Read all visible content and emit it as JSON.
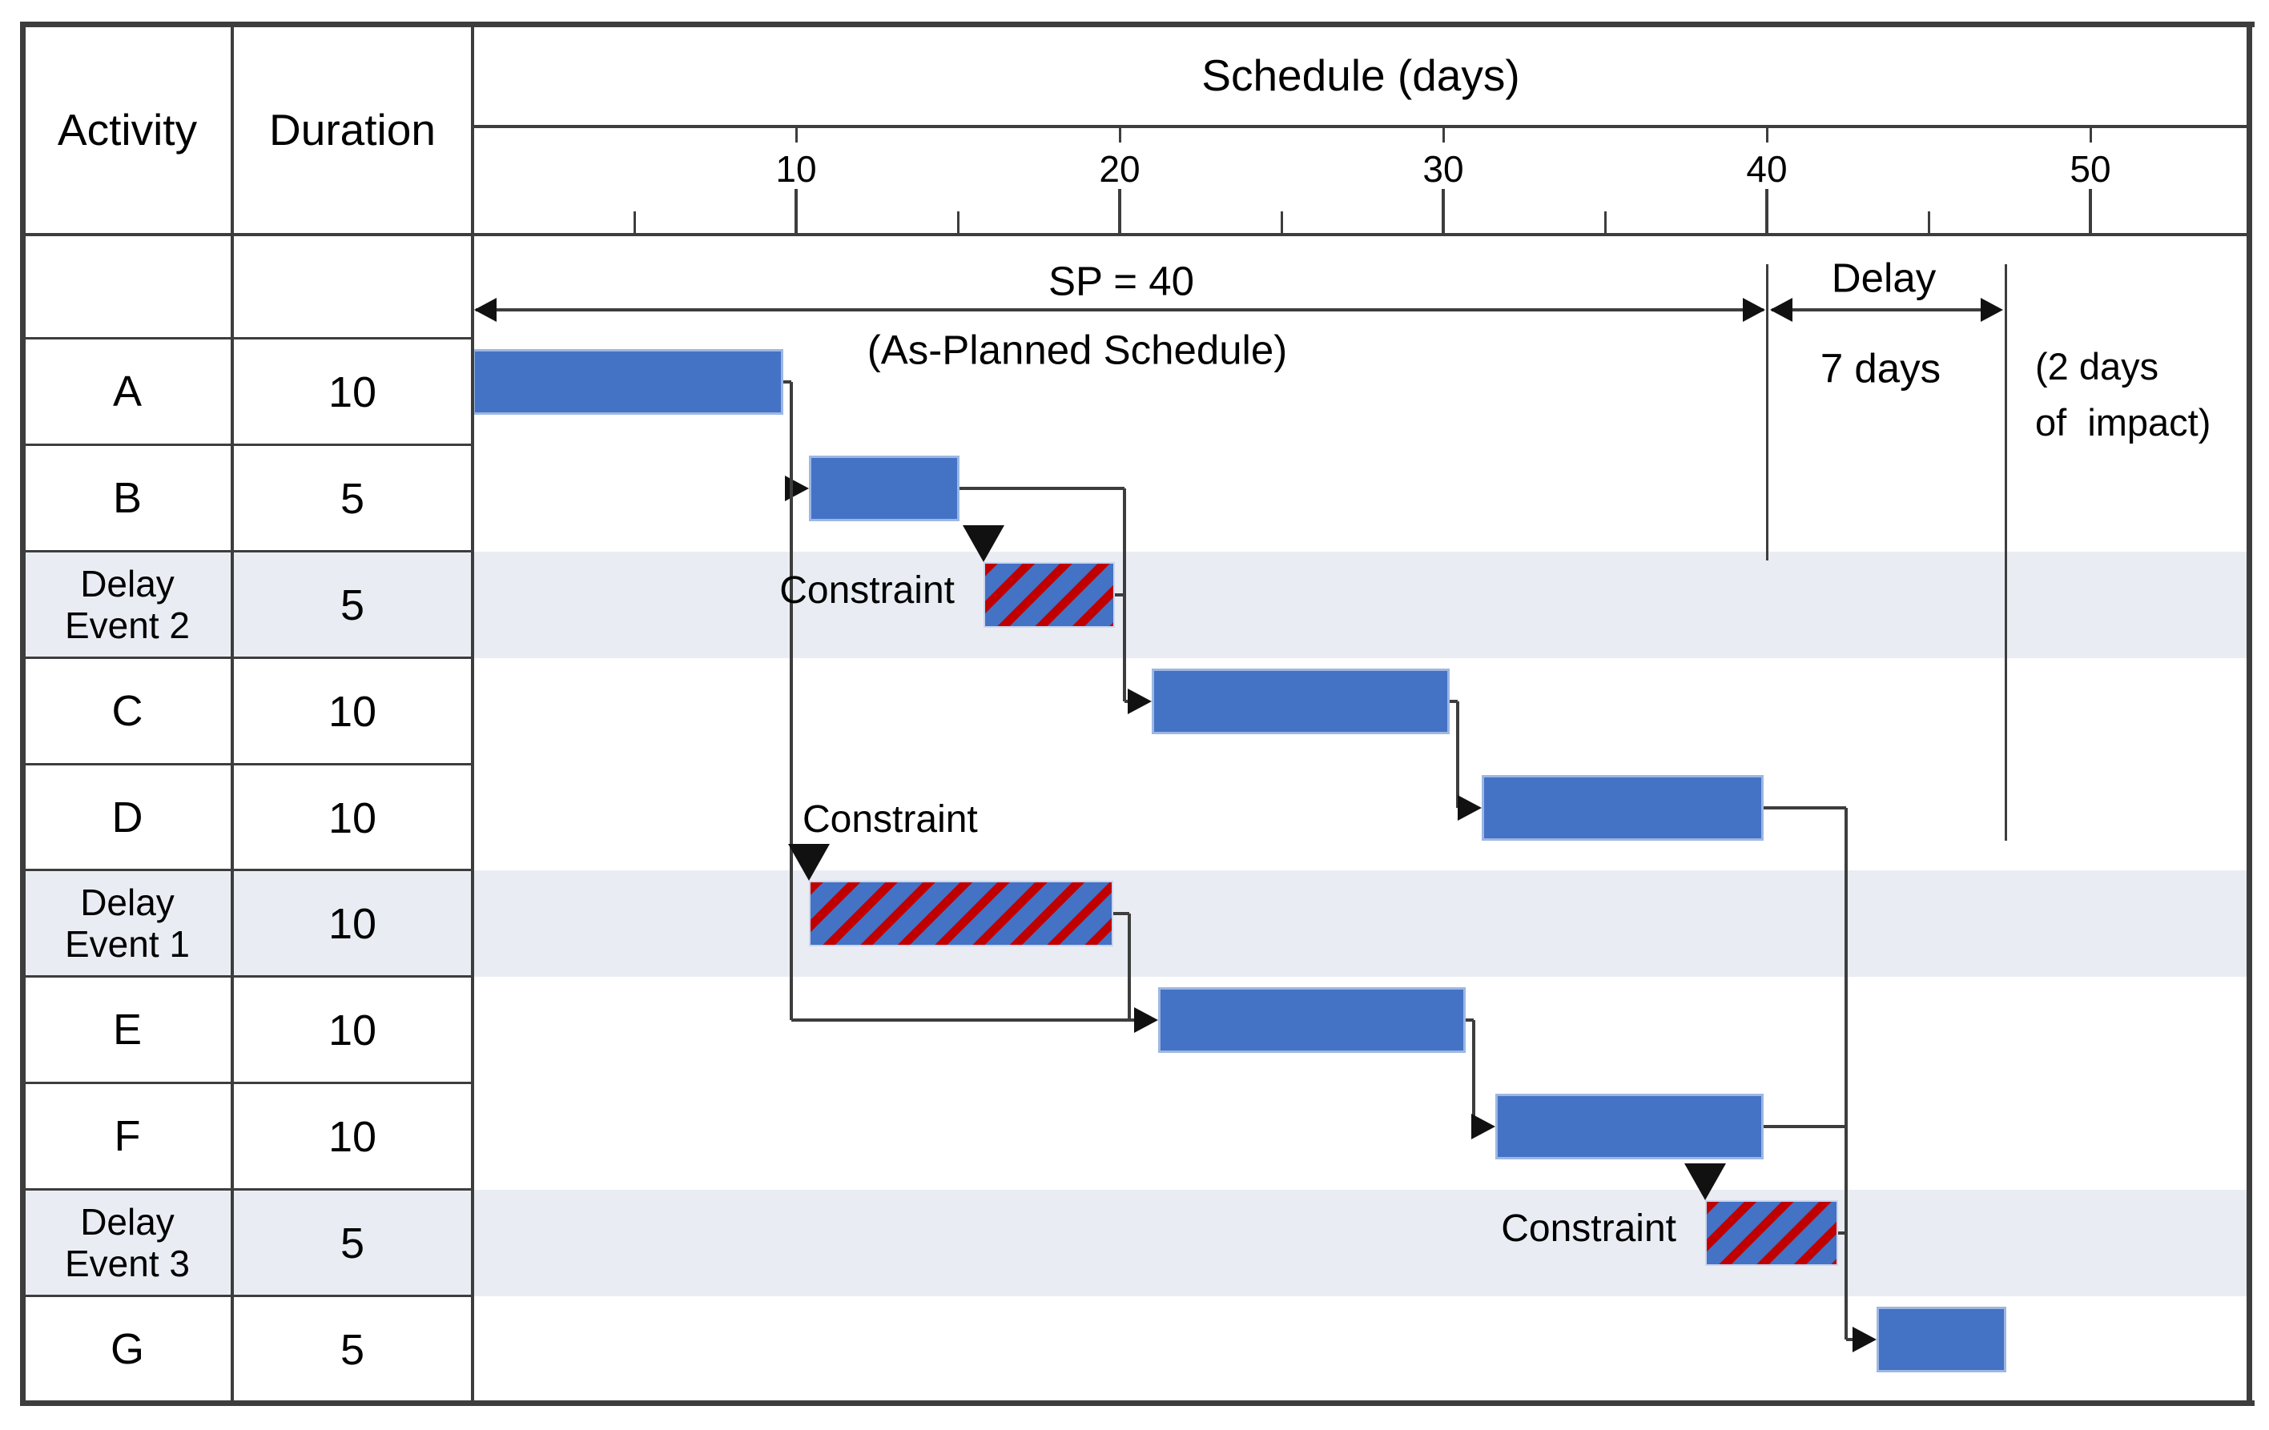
{
  "colors": {
    "bar_blue": "#4472c4",
    "bar_border": "#9db7e2",
    "hatch_red": "#c00000",
    "delay_band": "#e9edf3",
    "line_gray": "#3d3d3d",
    "arrow_black": "#111111"
  },
  "header": {
    "activity": "Activity",
    "duration": "Duration",
    "schedule": "Schedule (days)"
  },
  "chart_data": {
    "type": "gantt",
    "title": "Schedule (days)",
    "x_axis": {
      "unit": "days",
      "range": [
        0,
        55
      ],
      "major_ticks": [
        10,
        20,
        30,
        40,
        50
      ],
      "minor_ticks": [
        5,
        15,
        25,
        35,
        45
      ],
      "grid": false
    },
    "rows": [
      {
        "id": "SPACER",
        "activity": "",
        "duration": "",
        "kind": "spacer"
      },
      {
        "id": "A",
        "activity": "A",
        "duration": "10",
        "kind": "task",
        "start_day": 0,
        "end_day": 9.6
      },
      {
        "id": "B",
        "activity": "B",
        "duration": "5",
        "kind": "task",
        "start_day": 10.4,
        "end_day": 15.05
      },
      {
        "id": "DE2",
        "activity_lines": [
          "Delay",
          "Event 2"
        ],
        "duration": "5",
        "kind": "delay",
        "start_day": 15.8,
        "end_day": 19.85
      },
      {
        "id": "C",
        "activity": "C",
        "duration": "10",
        "kind": "task",
        "start_day": 21.0,
        "end_day": 30.2
      },
      {
        "id": "D",
        "activity": "D",
        "duration": "10",
        "kind": "task",
        "start_day": 31.2,
        "end_day": 39.9
      },
      {
        "id": "DE1",
        "activity_lines": [
          "Delay",
          "Event 1"
        ],
        "duration": "10",
        "kind": "delay",
        "start_day": 10.4,
        "end_day": 19.8
      },
      {
        "id": "E",
        "activity": "E",
        "duration": "10",
        "kind": "task",
        "start_day": 21.2,
        "end_day": 30.7
      },
      {
        "id": "F",
        "activity": "F",
        "duration": "10",
        "kind": "task",
        "start_day": 31.6,
        "end_day": 39.9
      },
      {
        "id": "DE3",
        "activity_lines": [
          "Delay",
          "Event 3"
        ],
        "duration": "5",
        "kind": "delay",
        "start_day": 38.1,
        "end_day": 42.2
      },
      {
        "id": "G",
        "activity": "G",
        "duration": "5",
        "kind": "task",
        "start_day": 43.4,
        "end_day": 47.4
      }
    ],
    "constraints": [
      {
        "row": "DE2",
        "label": "Constraint",
        "label_pos": "beside"
      },
      {
        "row": "DE1",
        "label": "Constraint",
        "label_pos": "above"
      },
      {
        "row": "DE3",
        "label": "Constraint",
        "label_pos": "beside"
      }
    ],
    "dependencies": [
      {
        "from": "A",
        "to": "B"
      },
      {
        "from": "A",
        "to": "E"
      },
      {
        "from": "B",
        "to": "C",
        "drop_day": 20.15
      },
      {
        "from": "DE2",
        "join_day": 20.15
      },
      {
        "from": "DE1",
        "to": "E",
        "drop_day": 20.3,
        "no_arrow": true
      },
      {
        "from": "C",
        "to": "D"
      },
      {
        "from": "E",
        "to": "F"
      },
      {
        "from": "D",
        "to": "G",
        "drop_day": 42.45
      },
      {
        "from": "F",
        "join_day": 42.45
      },
      {
        "from": "DE3",
        "join_day": 42.45
      }
    ],
    "annotations": {
      "sp_label": "SP = 40",
      "sp_sub": "(As-Planned Schedule)",
      "sp_span_days": [
        0,
        40
      ],
      "delay_label": "Delay",
      "delay_sub": "7 days",
      "delay_span_days": [
        40,
        47.3
      ],
      "impact_line1": "(2 days",
      "impact_line2": "of  impact)"
    }
  }
}
